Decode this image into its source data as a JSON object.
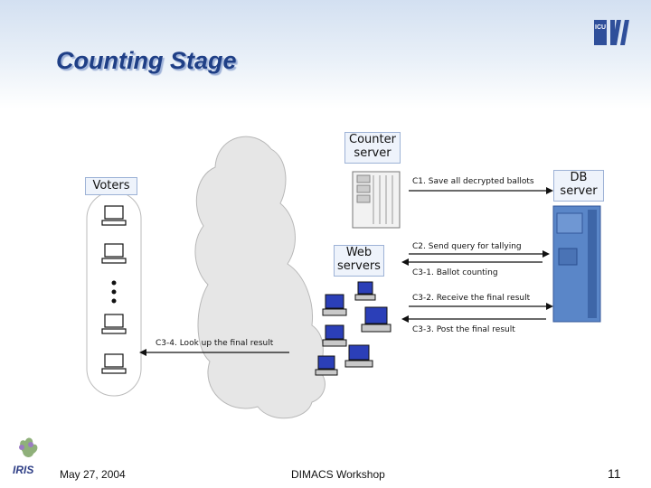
{
  "slide": {
    "title": "Counting Stage",
    "page_number": "11"
  },
  "nodes": {
    "counter_server": "Counter\nserver",
    "voters": "Voters",
    "web_servers": "Web\nservers",
    "db_server": "DB\nserver"
  },
  "arrows": {
    "c1": "C1. Save all decrypted ballots",
    "c2": "C2. Send query for tallying",
    "c31": "C3-1. Ballot counting",
    "c32": "C3-2. Receive the final result",
    "c33": "C3-3. Post the final result",
    "c34": "C3-4. Look up the final result"
  },
  "footer": {
    "logo_text": "IRIS",
    "date": "May 27, 2004",
    "event": "DIMACS Workshop"
  },
  "colors": {
    "title": "#1f3f86",
    "cloud": "#e6e6e6",
    "db_server": "#5a86c8"
  }
}
